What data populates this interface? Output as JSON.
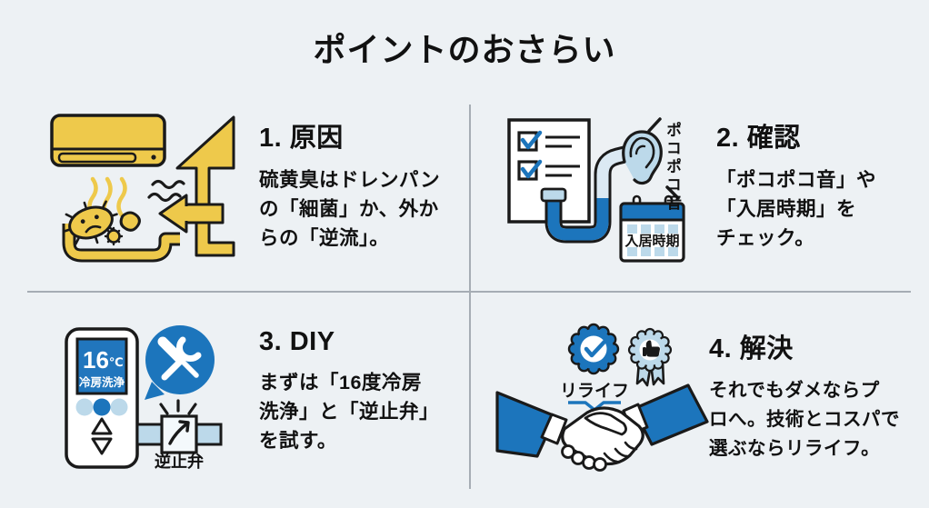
{
  "title": "ポイントのおさらい",
  "sections": [
    {
      "heading": "1. 原因",
      "body_lines": [
        "硫黄臭はドレンパン",
        "の「細菌」か、外か",
        "らの「逆流」。"
      ]
    },
    {
      "heading": "2. 確認",
      "body_lines": [
        "「ポコポコ音」や",
        "「入居時期」を",
        "チェック。"
      ]
    },
    {
      "heading": "3. DIY",
      "body_lines": [
        "まずは「16度冷房",
        "洗浄」と「逆止弁」",
        "を試す。"
      ]
    },
    {
      "heading": "4. 解決",
      "body_lines": [
        "それでもダメならプ",
        "ロへ。技術とコスパで",
        "選ぶならリライフ。"
      ]
    }
  ],
  "labels": {
    "poko_sound": "ポコポコ音",
    "move_in_period": "入居時期",
    "temp_value": "16",
    "temp_unit": "℃",
    "cooling_clean": "冷房洗浄",
    "check_valve": "逆止弁",
    "relife": "リライフ"
  },
  "colors": {
    "background": "#edf1f4",
    "yellow": "#eec94b",
    "blue": "#1c75bc",
    "light_blue": "#bcd9ea",
    "outline": "#1a1a1a",
    "divider": "#a6adb4"
  }
}
